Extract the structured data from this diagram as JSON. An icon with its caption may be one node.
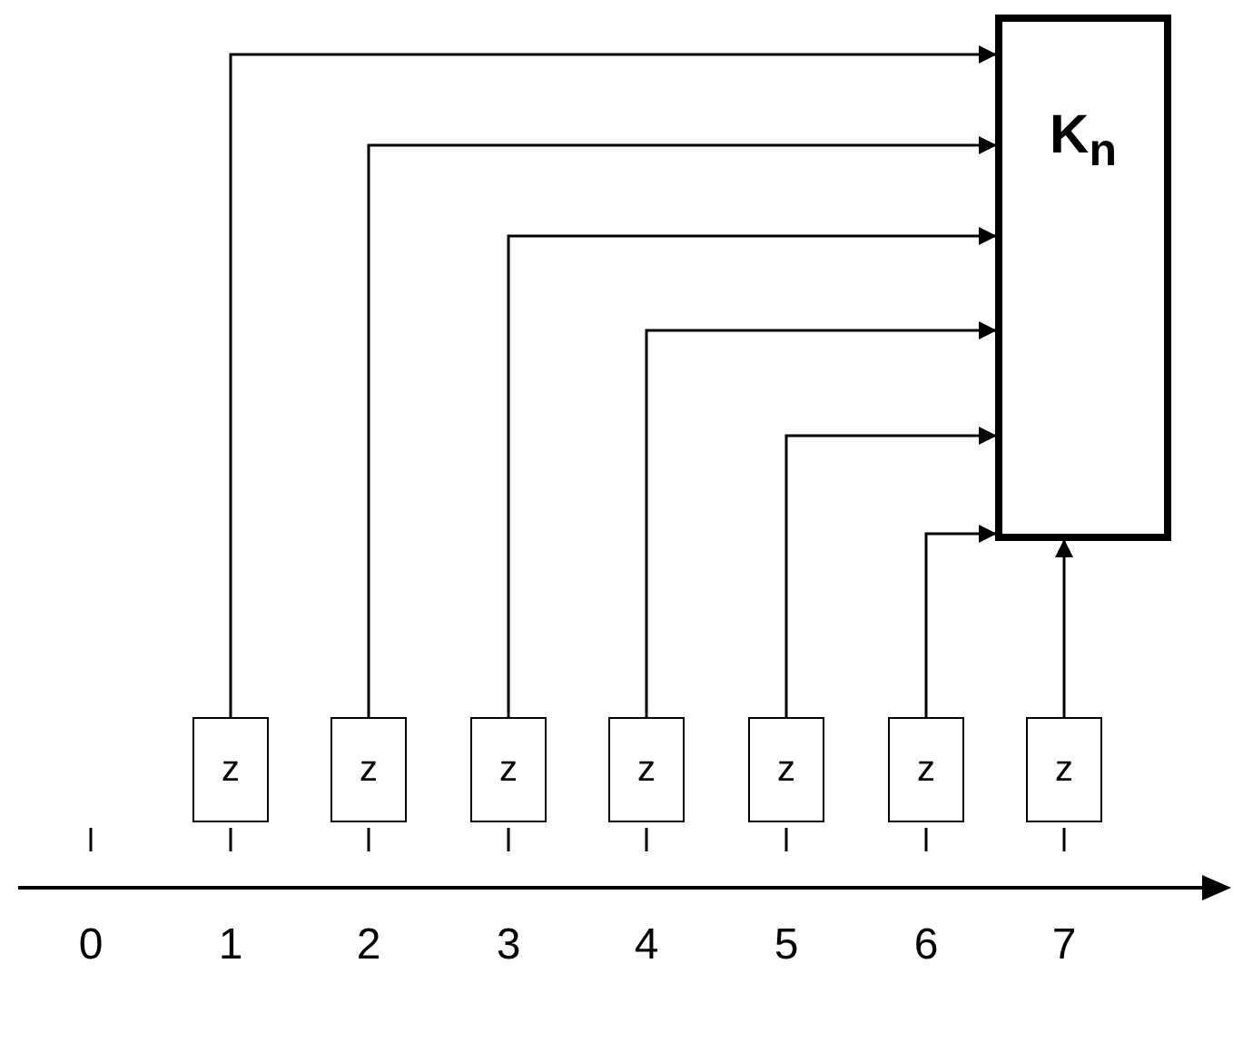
{
  "diagram": {
    "nodes": [
      {
        "text": [
          "K$_{n}$"
        ]
      },
      {
        "text": [
          "z"
        ]
      },
      {
        "text": [
          "z"
        ]
      },
      {
        "text": [
          "z"
        ]
      },
      {
        "text": [
          "z"
        ]
      },
      {
        "text": [
          "z"
        ]
      },
      {
        "text": [
          "z"
        ]
      },
      {
        "text": [
          "z"
        ]
      }
    ],
    "edges": [
      {
        "from": 1,
        "to": 0,
        "arrow": "to"
      },
      {
        "from": 2,
        "to": 0,
        "arrow": "to"
      },
      {
        "from": 3,
        "to": 0,
        "arrow": "to"
      },
      {
        "from": 4,
        "to": 0,
        "arrow": "to"
      },
      {
        "from": 5,
        "to": 0,
        "arrow": "to"
      },
      {
        "from": 6,
        "to": 0,
        "arrow": "to"
      },
      {
        "from": 7,
        "to": 0,
        "arrow": "to"
      }
    ],
    "labels": [
      "0",
      "1",
      "2",
      "3",
      "4",
      "5",
      "6",
      "7"
    ]
  }
}
